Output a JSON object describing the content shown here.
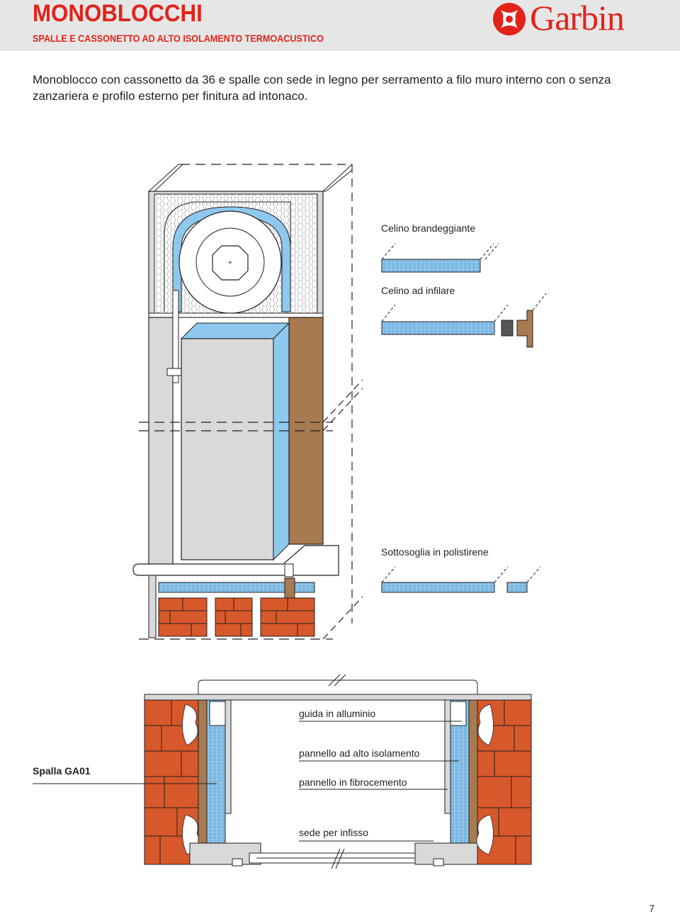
{
  "header": {
    "title": "MONOBLOCCHI",
    "subtitle": "SPALLE E CASSONETTO AD ALTO ISOLAMENTO TERMOACUSTICO",
    "brand": "Garbin",
    "brand_color": "#e2231a"
  },
  "description": "Monoblocco con cassonetto da 36 e spalle con sede in legno per serramento a filo muro interno con o senza zanzariera e profilo esterno per finitura ad intonaco.",
  "section_labels": {
    "celino_brandeggiante": "Celino brandeggiante",
    "celino_infilare": "Celino ad infilare",
    "sottosoglia": "Sottosoglia in polistirene"
  },
  "plan_labels": {
    "spalla": "Spalla GA01",
    "guida": "guida in alluminio",
    "pannello_isolamento": "pannello ad alto isolamento",
    "pannello_fibro": "pannello in fibrocemento",
    "sede_infisso": "sede per infisso"
  },
  "page_number": "7",
  "colors": {
    "brick": "#d7582a",
    "insulation_blue": "#8ec8ee",
    "wood": "#a87a4f",
    "gray_panel": "#d9d9d9"
  }
}
